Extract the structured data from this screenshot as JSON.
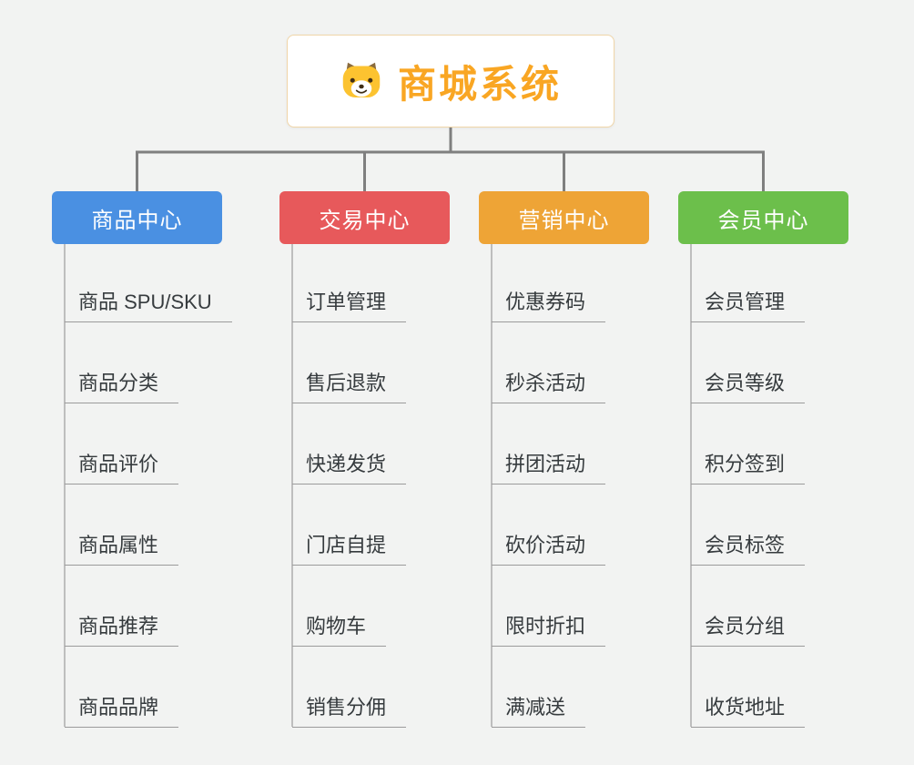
{
  "colors": {
    "background": "#f2f3f2",
    "root_text": "#f9a623",
    "root_border": "#f0d5a8",
    "main_line": "#7f7f7f",
    "child_line": "#9b9b9b",
    "child_text": "#363b3e"
  },
  "root": {
    "label": "商城系统",
    "icon": "dog-face-icon"
  },
  "branches": [
    {
      "label": "商品中心",
      "color": "#4a90e2",
      "children": [
        "商品 SPU/SKU",
        "商品分类",
        "商品评价",
        "商品属性",
        "商品推荐",
        "商品品牌"
      ]
    },
    {
      "label": "交易中心",
      "color": "#e7595b",
      "children": [
        "订单管理",
        "售后退款",
        "快递发货",
        "门店自提",
        "购物车",
        "销售分佣"
      ]
    },
    {
      "label": "营销中心",
      "color": "#eea436",
      "children": [
        "优惠券码",
        "秒杀活动",
        "拼团活动",
        "砍价活动",
        "限时折扣",
        "满减送"
      ]
    },
    {
      "label": "会员中心",
      "color": "#6cbf4b",
      "children": [
        "会员管理",
        "会员等级",
        "积分签到",
        "会员标签",
        "会员分组",
        "收货地址"
      ]
    }
  ]
}
